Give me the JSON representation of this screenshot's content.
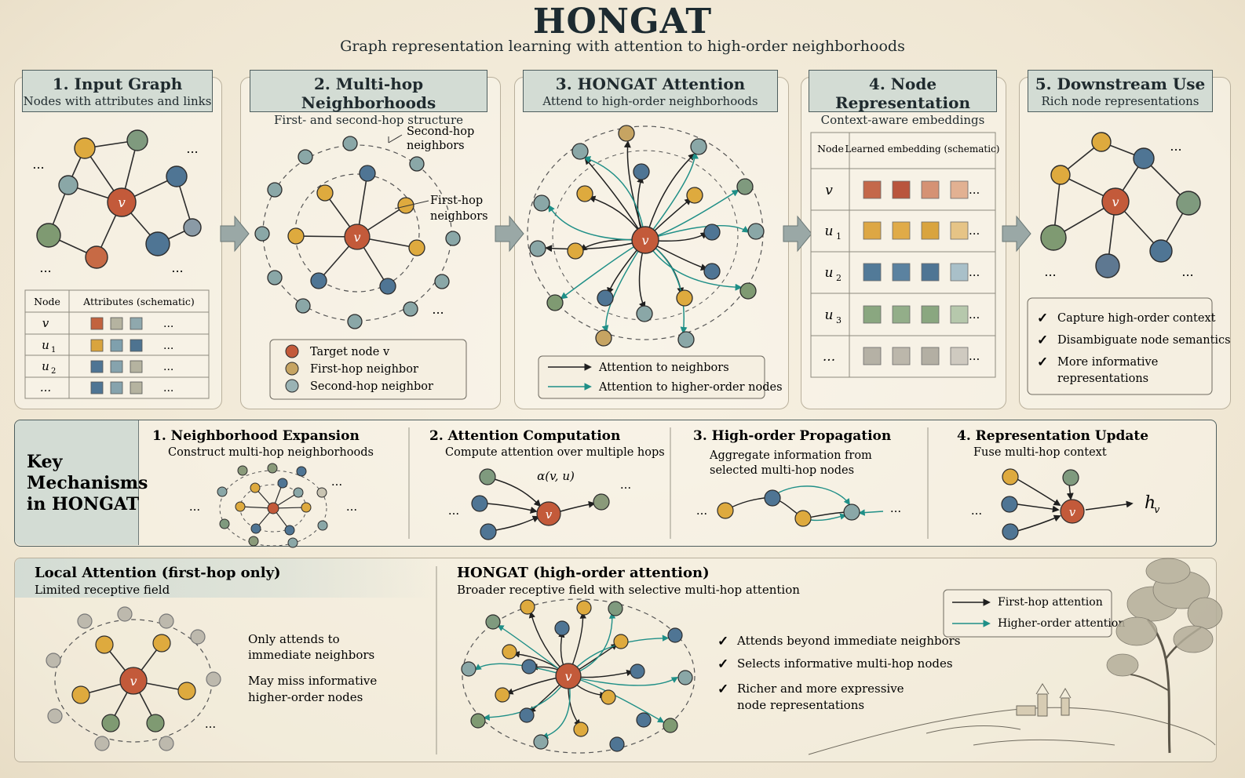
{
  "header": {
    "title": "HONGAT",
    "subtitle": "Graph representation learning with attention to high-order neighborhoods"
  },
  "colors": {
    "target": "#c35a3a",
    "first_hop": "#deaa3e",
    "second_hop": "#8aa7a7",
    "blue": "#4f7594",
    "green": "#7f9a72",
    "teal": "#1f8f87",
    "panel_title": "#d3dcd4"
  },
  "panels": [
    {
      "title": "1. Input Graph",
      "subtitle": "Nodes with attributes and links"
    },
    {
      "title": "2. Multi-hop Neighborhoods",
      "subtitle": "First- and second-hop structure"
    },
    {
      "title": "3. HONGAT Attention",
      "subtitle": "Attend to high-order neighborhoods"
    },
    {
      "title": "4. Node Representation",
      "subtitle": "Context-aware embeddings"
    },
    {
      "title": "5. Downstream Use",
      "subtitle": "Rich node representations"
    }
  ],
  "symbols": {
    "v": "v",
    "ellipsis": "...",
    "h_v": "h",
    "h_sub": "v",
    "u": "u",
    "u1": "1",
    "u2": "2",
    "u3": "3",
    "alpha": "α(v, u)"
  },
  "input_table": {
    "headers": [
      "Node",
      "Attributes (schematic)"
    ],
    "rows": [
      {
        "node": "v",
        "sub": "",
        "colors": [
          "#c2633f",
          "#b5b3a0",
          "#8fa8ad"
        ]
      },
      {
        "node": "u",
        "sub": "1",
        "colors": [
          "#d9a43e",
          "#7fa0ad",
          "#4e7390"
        ]
      },
      {
        "node": "u",
        "sub": "2",
        "colors": [
          "#4f7594",
          "#86a3ad",
          "#b5b3a0"
        ]
      },
      {
        "node": "...",
        "sub": "",
        "colors": [
          "#4f7594",
          "#86a3ad",
          "#b5b3a0"
        ]
      }
    ]
  },
  "multihop": {
    "second_hop_label": [
      "Second-hop",
      "neighbors"
    ],
    "first_hop_label": [
      "First-hop",
      "neighbors"
    ],
    "legend": [
      "Target node v",
      "First-hop neighbor",
      "Second-hop neighbor"
    ]
  },
  "attention_legend": [
    "Attention to neighbors",
    "Attention to higher-order nodes"
  ],
  "embedding_table": {
    "headers": [
      "Node",
      "Learned embedding (schematic)"
    ],
    "rows": [
      {
        "node": "v",
        "sub": "",
        "colors": [
          "#c4684a",
          "#b9553d",
          "#d59274",
          "#e2b192"
        ]
      },
      {
        "node": "u",
        "sub": "1",
        "colors": [
          "#dda744",
          "#e0ab48",
          "#d9a43e",
          "#e6c486"
        ]
      },
      {
        "node": "u",
        "sub": "2",
        "colors": [
          "#527a98",
          "#5b82a0",
          "#4f7594",
          "#a9c0c9"
        ]
      },
      {
        "node": "u",
        "sub": "3",
        "colors": [
          "#8aa780",
          "#93ae89",
          "#8aa780",
          "#b6c8ac"
        ]
      },
      {
        "node": "...",
        "sub": "",
        "colors": [
          "#b5b1a5",
          "#bcb7ab",
          "#b3afa3",
          "#cfcac0"
        ]
      }
    ]
  },
  "downstream_benefits": [
    "Capture high-order context",
    "Disambiguate node semantics",
    "More informative",
    "representations"
  ],
  "mechanisms": {
    "heading": [
      "Key",
      "Mechanisms",
      "in HONGAT"
    ],
    "items": [
      {
        "title": "1. Neighborhood Expansion",
        "desc": [
          "Construct multi-hop neighborhoods"
        ]
      },
      {
        "title": "2. Attention Computation",
        "desc": [
          "Compute attention over multiple hops"
        ]
      },
      {
        "title": "3. High-order Propagation",
        "desc": [
          "Aggregate information from",
          "selected multi-hop nodes"
        ]
      },
      {
        "title": "4. Representation Update",
        "desc": [
          "Fuse multi-hop context"
        ]
      }
    ]
  },
  "comparison": {
    "local_title": "Local Attention (first-hop only)",
    "local_subtitle": "Limited receptive field",
    "local_notes": [
      "Only attends to",
      "immediate neighbors",
      "May miss informative",
      "higher-order nodes"
    ],
    "hongat_title": "HONGAT (high-order attention)",
    "hongat_subtitle": "Broader receptive field with selective multi-hop attention",
    "hongat_points": [
      "Attends beyond immediate neighbors",
      "Selects informative multi-hop nodes",
      "Richer and more expressive",
      "node representations"
    ],
    "legend": [
      "First-hop attention",
      "Higher-order attention"
    ]
  },
  "check": "✓"
}
